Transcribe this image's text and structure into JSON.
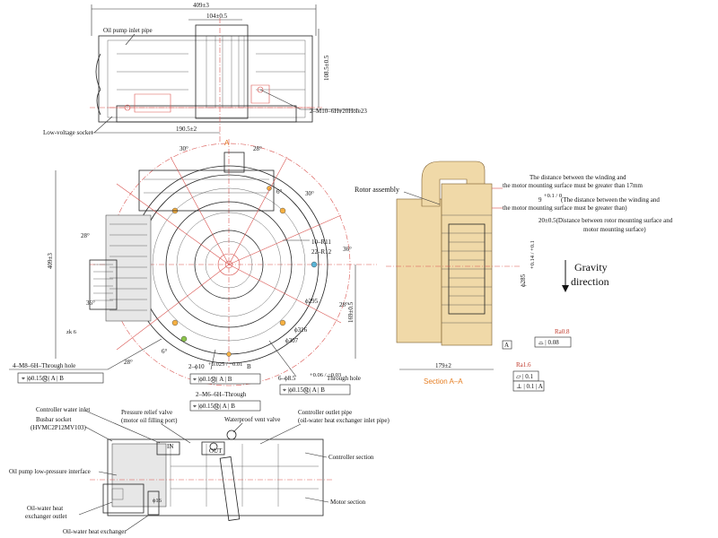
{
  "top_view": {
    "dim_width": "409±3",
    "dim_inner": "104±0.5",
    "dim_height": "108.5±0.5",
    "dim_offset": "190.5±2",
    "hole_spec": "2–M10–6H⩔20Hole23",
    "label_oil_pump_inlet": "Oil pump inlet pipe",
    "label_low_voltage": "Low-voltage socket"
  },
  "front_view": {
    "section_mark": "A",
    "angle_30_top": "30°",
    "angle_28_top": "28°",
    "angle_6": "6°",
    "angle_30_right": "30°",
    "angle_36": "36°",
    "angle_28_right": "28°",
    "angle_28_left": "28°",
    "angle_28_bottom": "28°",
    "angle_6_bottom": "6°",
    "angle_36_left": "36°",
    "dim_height": "409±3",
    "dim_169": "169±0.5",
    "r1": "10–R11",
    "r2": "22–R12",
    "d295": "ϕ295",
    "d316": "ϕ316",
    "d307": "ϕ307",
    "small_label": "zk 6",
    "hole_m8": "4–M8–6H–Through hole",
    "tol_m8": "⌖ |ϕ0.15Ⓜ| A | B",
    "hole_phi10": "2–ϕ10",
    "hole_phi10_tol": "+0.025 / −0.01",
    "hole_phi10_suffix": "B",
    "tol_phi10": "⌖ |ϕ0.1Ⓜ| A | B",
    "hole_m6": "2–M6–6H–Through",
    "tol_m6": "⌖ |ϕ0.15Ⓜ| A | B",
    "hole_phi8": "6–ϕ8.5",
    "hole_phi8_tol": "+0.06 / −0.03",
    "hole_phi8_suffix": "Through hole",
    "tol_phi8": "⌖ |ϕ0.15Ⓜ| A | B"
  },
  "section_view": {
    "label_rotor": "Rotor assembly",
    "note_winding_1": "The distance between the winding and",
    "note_winding_2": "the motor mounting surface must be greater than 17mm",
    "note_9_value": "9",
    "note_9_tol": "+0.1 / 0",
    "note_9_1": "(The distance between the winding and",
    "note_9_2": "the motor mounting surface must be greater than)",
    "note_20_1": "20±0.5(Distance between rotor mounting surface and",
    "note_20_2": "motor mounting surface)",
    "gravity_1": "Gravity",
    "gravity_2": "direction",
    "dia_285": "ϕ285",
    "dia_285_tol": "+0.14 / +0.1",
    "ra_top": "Ra0.8",
    "flatness": "⌓ | 0.08",
    "datum_a": "A",
    "dim_179": "179±2",
    "section_title": "Section A–A",
    "ra_bottom": "Ra1.6",
    "flat_2": "⏥ | 0.1",
    "perp": "⊥ | 0.1 | A"
  },
  "side_view": {
    "label_busbar_1": "Busbar socket",
    "label_busbar_2": "(HVMC2P12MV103)",
    "label_ctrl_water": "Controller water inlet",
    "label_pressure_1": "Pressure relief valve",
    "label_pressure_2": "(motor oil filling port)",
    "label_waterproof": "Waterproof vent valve",
    "label_ctrl_outlet_1": "Controller outlet pipe",
    "label_ctrl_outlet_2": "(oil-water heat exchanger inlet pipe)",
    "label_ctrl_section": "Controller section",
    "label_oil_pump_low": "Oil pump low-pressure interface",
    "label_oil_hx_out_1": "Oil-water heat",
    "label_oil_hx_out_2": "exchanger outlet",
    "label_oil_hx": "Oil-water heat exchanger",
    "label_motor_section": "Motor section",
    "port_in": "IN",
    "port_out": "OUT",
    "dim_16": "ϕ16"
  }
}
